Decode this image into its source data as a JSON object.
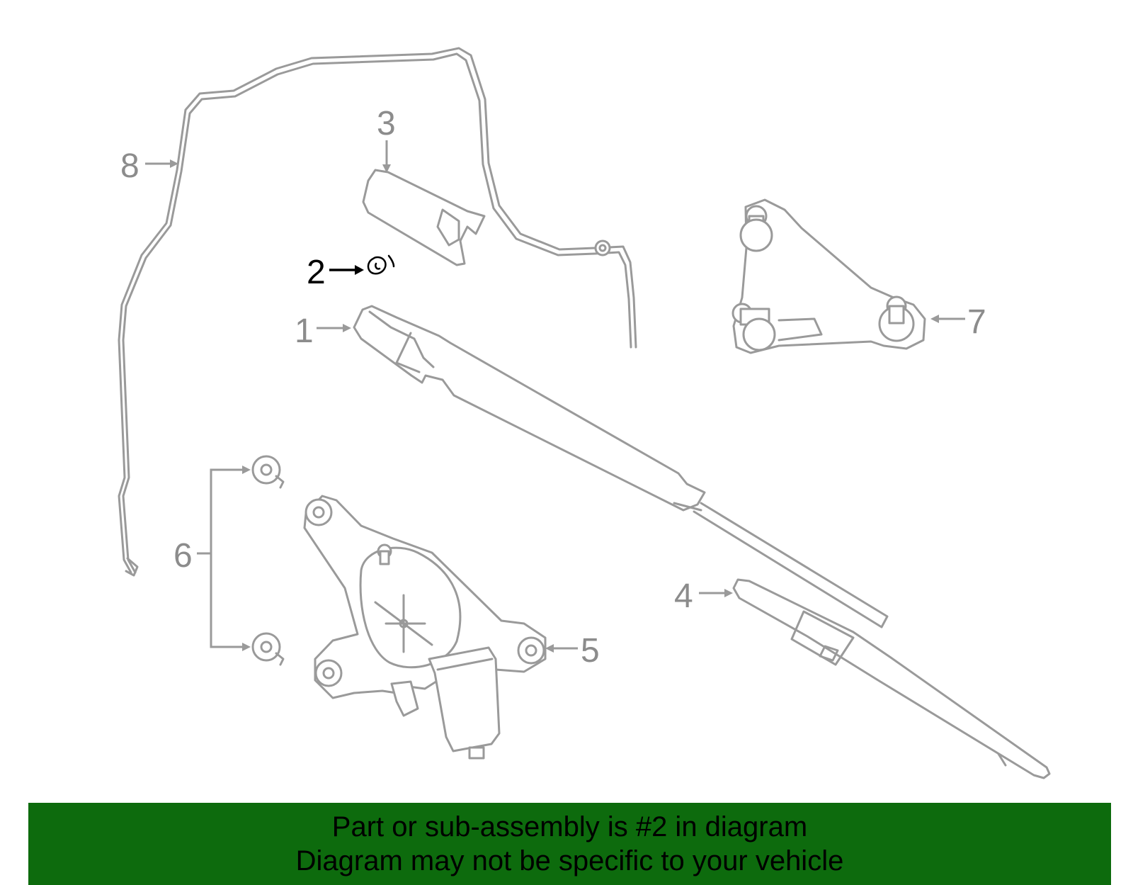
{
  "labels": [
    {
      "id": "1",
      "text": "1"
    },
    {
      "id": "2",
      "text": "2"
    },
    {
      "id": "3",
      "text": "3"
    },
    {
      "id": "4",
      "text": "4"
    },
    {
      "id": "5",
      "text": "5"
    },
    {
      "id": "6",
      "text": "6"
    },
    {
      "id": "7",
      "text": "7"
    },
    {
      "id": "8",
      "text": "8"
    }
  ],
  "highlighted_part": "2",
  "banner": {
    "line1": "Part or sub-assembly is #2 in diagram",
    "line2": "Diagram may not be specific to your vehicle"
  },
  "colors": {
    "line_art": "#9a9a9a",
    "highlight": "#000000",
    "banner_bg": "#0d6b0d",
    "banner_text": "#000000"
  }
}
